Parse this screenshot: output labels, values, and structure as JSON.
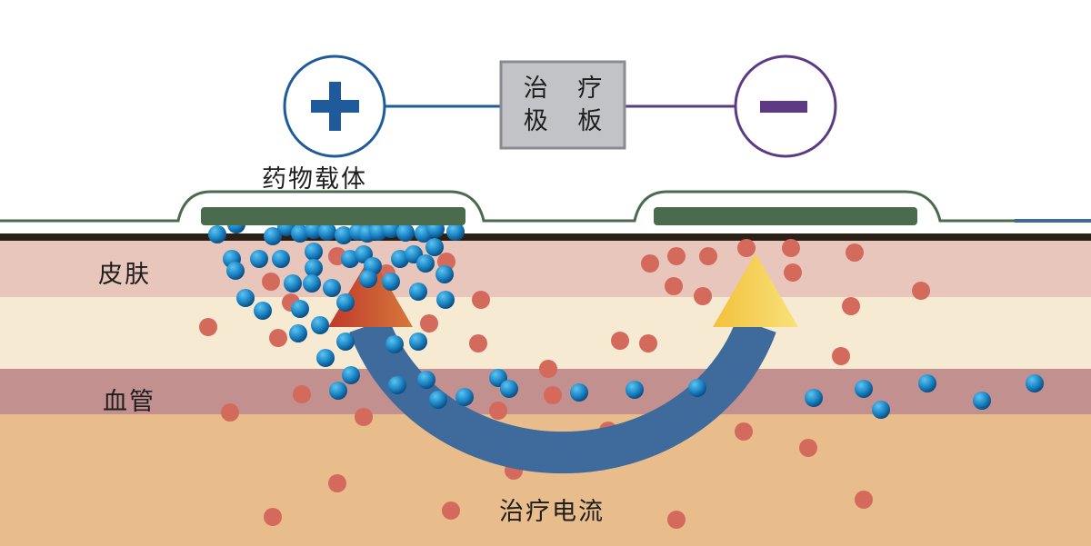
{
  "labels": {
    "plate_line1": "治 疗",
    "plate_line2": "极 板",
    "drug_carrier": "药物载体",
    "skin": "皮肤",
    "blood_vessel": "血管",
    "treatment_current": "治疗电流"
  },
  "electrodes": {
    "positive_symbol": "plus-sign",
    "negative_symbol": "minus-sign"
  },
  "colors": {
    "positive": "#1f5b9b",
    "negative": "#5c3a84",
    "pad": "#4a6b4c",
    "drug_particle": "#1d8bc9",
    "body_particle": "#d46a5c",
    "skin_layer": "#e8c6bb",
    "dermis_layer": "#f6ead3",
    "vessel_layer": "#c39090",
    "tissue_layer": "#e8bd8b",
    "current_arc": "#3e6a9c",
    "arrow_left": "#c34a30",
    "arrow_right": "#f2cd4a"
  }
}
